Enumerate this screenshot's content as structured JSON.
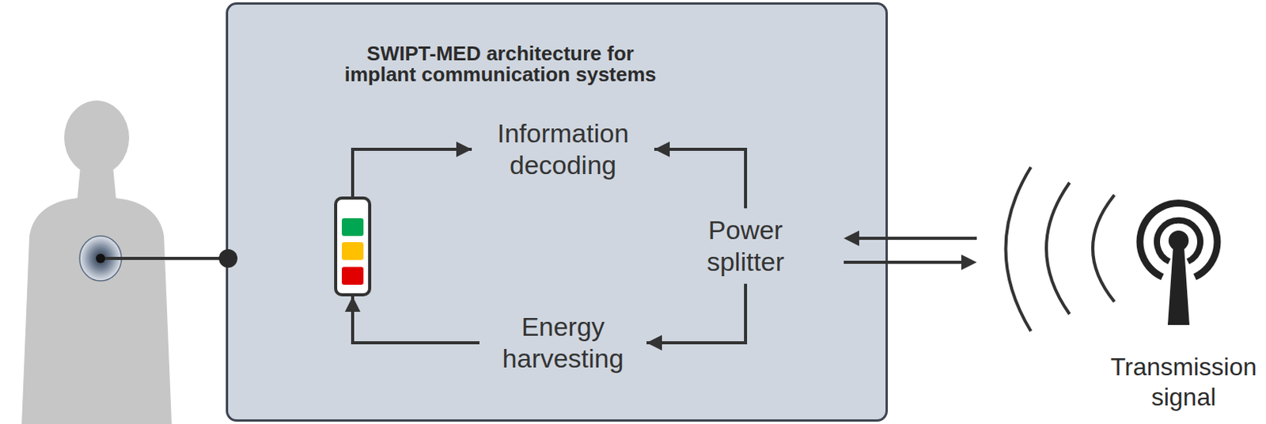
{
  "diagram": {
    "nodes": [
      {
        "text": [
          "SWIPT-MED architecture for implant communication systems"
        ]
      },
      {
        "text": [
          "Information decoding"
        ],
        "in": 0
      },
      {
        "text": [
          "Power splitter"
        ],
        "in": 0
      },
      {
        "text": [
          "Energy harvesting"
        ],
        "in": 0
      }
    ],
    "edges": [
      {
        "from": 2,
        "to": 1,
        "arrow": "to"
      },
      {
        "from": 2,
        "to": 3,
        "arrow": "to"
      },
      {
        "from": 3,
        "to": 1,
        "arrow": "to"
      }
    ],
    "labels": [
      "Transmission signal"
    ]
  }
}
